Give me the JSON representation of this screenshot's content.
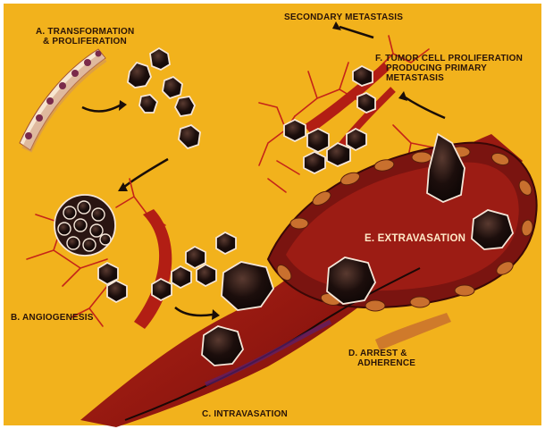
{
  "labels": {
    "a1": "A. TRANSFORMATION",
    "a2": "& PROLIFERATION",
    "secondary": "SECONDARY METASTASIS",
    "f1": "F. TUMOR CELL PROLIFERATION",
    "f2": "PRODUCING PRIMARY",
    "f3": "METASTASIS",
    "b": "B. ANGIOGENESIS",
    "e": "E. EXTRAVASATION",
    "d1": "D. ARREST &",
    "d2": "ADHERENCE",
    "c": "C. INTRAVASATION"
  },
  "colors": {
    "background": "#f2b21c",
    "vessel": "#a01a12",
    "vessel_dark": "#5c0d0a",
    "tumor_cell": "#1e1210",
    "text": "#2a1408"
  }
}
